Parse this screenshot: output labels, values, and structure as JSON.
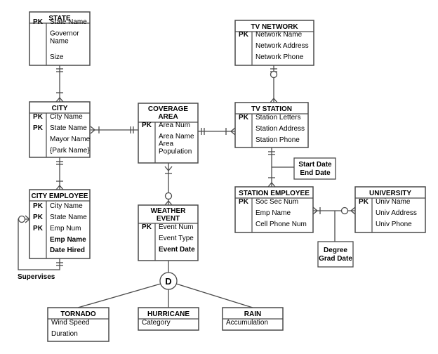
{
  "entities": {
    "state": {
      "title": [
        "STATE"
      ],
      "rows": [
        {
          "key": "PK",
          "text": [
            "State Name"
          ]
        },
        {
          "key": "",
          "text": [
            "Governor",
            "Name"
          ]
        },
        {
          "key": "",
          "text": [
            "Size"
          ]
        }
      ]
    },
    "city": {
      "title": [
        "CITY"
      ],
      "rows": [
        {
          "key": "PK",
          "text": [
            "City Name"
          ]
        },
        {
          "key": "PK",
          "text": [
            "State Name"
          ]
        },
        {
          "key": "",
          "text": [
            "Mayor Name"
          ]
        },
        {
          "key": "",
          "text": [
            "{Park Name}"
          ]
        }
      ]
    },
    "city_employee": {
      "title": [
        "CITY EMPLOYEE"
      ],
      "rows": [
        {
          "key": "PK",
          "text": [
            "City Name"
          ]
        },
        {
          "key": "PK",
          "text": [
            "State Name"
          ]
        },
        {
          "key": "PK",
          "text": [
            "Emp Num"
          ]
        },
        {
          "key": "",
          "text": [
            "Emp Name"
          ],
          "bold": true
        },
        {
          "key": "",
          "text": [
            "Date Hired"
          ],
          "bold": true
        }
      ]
    },
    "coverage_area": {
      "title": [
        "COVERAGE",
        "AREA"
      ],
      "rows": [
        {
          "key": "PK",
          "text": [
            "Area Num"
          ]
        },
        {
          "key": "",
          "text": [
            "Area Name"
          ]
        },
        {
          "key": "",
          "text": [
            "Area",
            "Population"
          ]
        }
      ]
    },
    "weather_event": {
      "title": [
        "WEATHER",
        "EVENT"
      ],
      "rows": [
        {
          "key": "PK",
          "text": [
            "Event Num"
          ]
        },
        {
          "key": "",
          "text": [
            "Event Type"
          ]
        },
        {
          "key": "",
          "text": [
            "Event Date"
          ],
          "bold": true
        }
      ]
    },
    "tv_network": {
      "title": [
        "TV NETWORK"
      ],
      "rows": [
        {
          "key": "PK",
          "text": [
            "Network Name"
          ]
        },
        {
          "key": "",
          "text": [
            "Network Address"
          ]
        },
        {
          "key": "",
          "text": [
            "Network Phone"
          ]
        }
      ]
    },
    "tv_station": {
      "title": [
        "TV STATION"
      ],
      "rows": [
        {
          "key": "PK",
          "text": [
            "Station Letters"
          ]
        },
        {
          "key": "",
          "text": [
            "Station Address"
          ]
        },
        {
          "key": "",
          "text": [
            "Station Phone"
          ]
        }
      ]
    },
    "station_employee": {
      "title": [
        "STATION EMPLOYEE"
      ],
      "rows": [
        {
          "key": "PK",
          "text": [
            "Soc Sec Num"
          ]
        },
        {
          "key": "",
          "text": [
            "Emp Name"
          ]
        },
        {
          "key": "",
          "text": [
            "Cell Phone Num"
          ]
        }
      ]
    },
    "university": {
      "title": [
        "UNIVERSITY"
      ],
      "rows": [
        {
          "key": "PK",
          "text": [
            "Univ Name"
          ]
        },
        {
          "key": "",
          "text": [
            "Univ Address"
          ]
        },
        {
          "key": "",
          "text": [
            "Univ Phone"
          ]
        }
      ]
    },
    "tornado": {
      "title": [
        "TORNADO"
      ],
      "rows": [
        {
          "key": "",
          "text": [
            "Wind Speed"
          ]
        },
        {
          "key": "",
          "text": [
            "Duration"
          ]
        }
      ]
    },
    "hurricane": {
      "title": [
        "HURRICANE"
      ],
      "rows": [
        {
          "key": "",
          "text": [
            "Category"
          ]
        }
      ]
    },
    "rain": {
      "title": [
        "RAIN"
      ],
      "rows": [
        {
          "key": "",
          "text": [
            "Accumulation"
          ]
        }
      ]
    }
  },
  "relationship_attributes": {
    "employment": [
      "Start Date",
      "End Date"
    ],
    "degree": [
      "Degree",
      "Grad Date"
    ]
  },
  "labels": {
    "supervises": "Supervises",
    "disjoint": "D"
  }
}
